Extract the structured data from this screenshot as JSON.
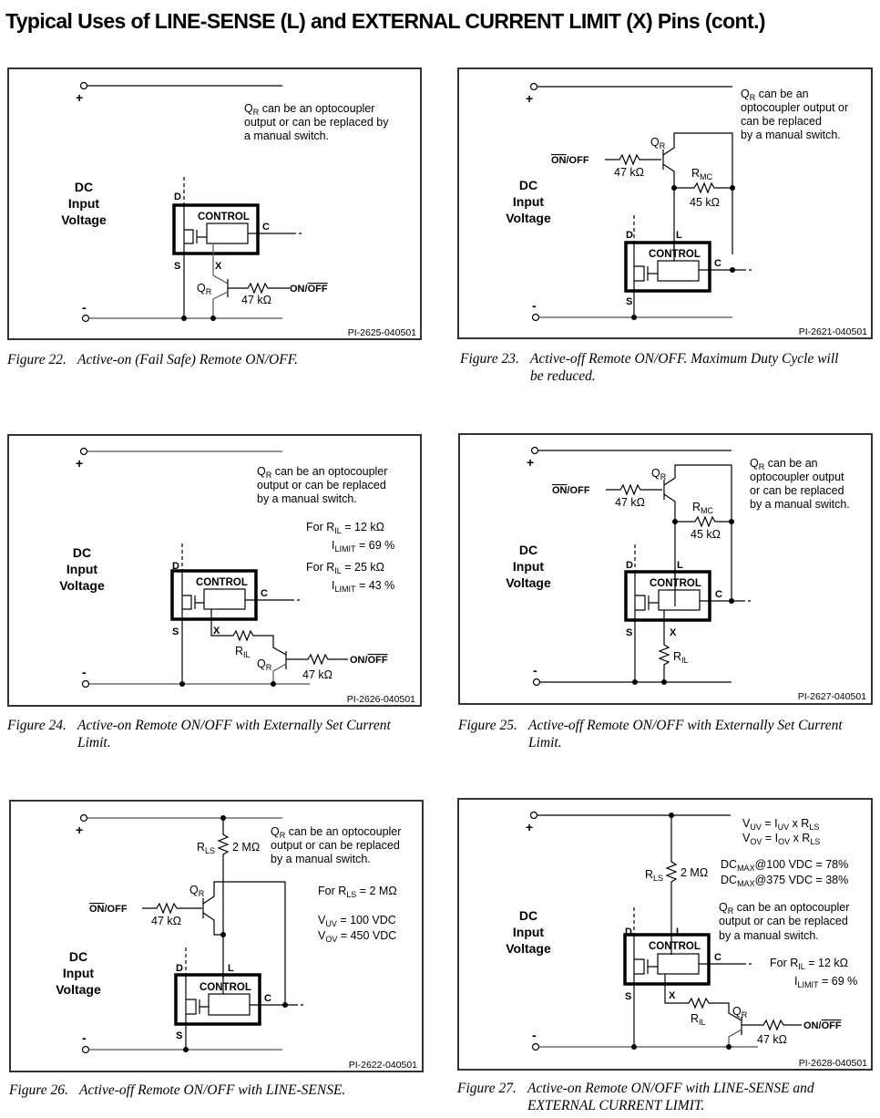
{
  "page": {
    "title": "Typical Uses of LINE-SENSE (L) and EXTERNAL CURRENT LIMIT (X) Pins (cont.)"
  },
  "common": {
    "plus": "+",
    "minus": "-",
    "dc": "DC",
    "input": "Input",
    "voltage": "Voltage",
    "control": "CONTROL",
    "pin_d": "D",
    "pin_s": "S",
    "pin_c": "C",
    "pin_x": "X",
    "pin_l": "L",
    "qr_q": "Q",
    "qr_sub": "R",
    "r47": "47 kΩ",
    "on_off_on": "ON/",
    "on_off_off": "OFF",
    "off_on": "ON",
    "off_on_rest": "/OFF",
    "rmc_r": "R",
    "rmc_sub": "MC",
    "rmc_val": "45 kΩ",
    "ril_r": "R",
    "ril_sub": "IL",
    "rls_r": "R",
    "rls_sub": "LS",
    "rls_val": "2 MΩ"
  },
  "figures": [
    {
      "id": "fig22",
      "number": "Figure 22.",
      "caption": "Active-on (Fail Safe) Remote ON/OFF.",
      "caption_cont": "",
      "part_id": "PI-2625-040501",
      "note": [
        "can be an optocoupler",
        "output or can be replaced by",
        "a manual switch."
      ]
    },
    {
      "id": "fig23",
      "number": "Figure 23.",
      "caption": "Active-off Remote ON/OFF. Maximum Duty Cycle will",
      "caption_cont": "be reduced.",
      "part_id": "PI-2621-040501",
      "note": [
        "can be an",
        "optocoupler output or",
        "can be replaced",
        "by a manual switch."
      ]
    },
    {
      "id": "fig24",
      "number": "Figure 24.",
      "caption": "Active-on Remote ON/OFF with Externally Set Current",
      "caption_cont": "Limit.",
      "part_id": "PI-2626-040501",
      "note": [
        "can be an optocoupler",
        "output or can be replaced",
        "by a manual switch."
      ],
      "specs": [
        {
          "label": "For R",
          "sub": "IL",
          "value": " = 12 kΩ"
        },
        {
          "label": "I",
          "sub": "LIMIT",
          "value": " = 69 %"
        },
        {
          "label": "For R",
          "sub": "IL",
          "value": " = 25 kΩ"
        },
        {
          "label": "I",
          "sub": "LIMIT",
          "value": " = 43 %"
        }
      ]
    },
    {
      "id": "fig25",
      "number": "Figure 25.",
      "caption": "Active-off Remote ON/OFF with Externally Set Current",
      "caption_cont": "Limit.",
      "part_id": "PI-2627-040501",
      "note": [
        "can be an",
        "optocoupler output",
        "or can be replaced",
        "by a manual switch."
      ]
    },
    {
      "id": "fig26",
      "number": "Figure 26.",
      "caption": "Active-off Remote ON/OFF with LINE-SENSE.",
      "caption_cont": "",
      "part_id": "PI-2622-040501",
      "note": [
        "can be an optocoupler",
        "output or can be replaced",
        "by a manual switch."
      ],
      "specs": [
        {
          "label": "For R",
          "sub": "LS",
          "value": " = 2 MΩ"
        },
        {
          "label": "V",
          "sub": "UV",
          "value": " = 100 VDC"
        },
        {
          "label": "V",
          "sub": "OV",
          "value": " = 450 VDC"
        }
      ]
    },
    {
      "id": "fig27",
      "number": "Figure 27.",
      "caption": "Active-on Remote ON/OFF with LINE-SENSE and",
      "caption_cont": "EXTERNAL CURRENT LIMIT.",
      "part_id": "PI-2628-040501",
      "note": [
        "can be an optocoupler",
        "output or can be replaced",
        "by a manual switch."
      ],
      "formulas": [
        {
          "a": "V",
          "a_sub": "UV",
          "b": " = I",
          "b_sub": "UV",
          "c": " x R",
          "c_sub": "LS"
        },
        {
          "a": "V",
          "a_sub": "OV",
          "b": " = I",
          "b_sub": "OV",
          "c": " x R",
          "c_sub": "LS"
        }
      ],
      "dcmax": [
        {
          "label": "DC",
          "sub": "MAX",
          "value": "@100 VDC = 78%"
        },
        {
          "label": "DC",
          "sub": "MAX",
          "value": "@375 VDC = 38%"
        }
      ],
      "specs": [
        {
          "label": "For R",
          "sub": "IL",
          "value": " = 12 kΩ"
        },
        {
          "label": "I",
          "sub": "LIMIT",
          "value": " = 69 %"
        }
      ]
    }
  ]
}
